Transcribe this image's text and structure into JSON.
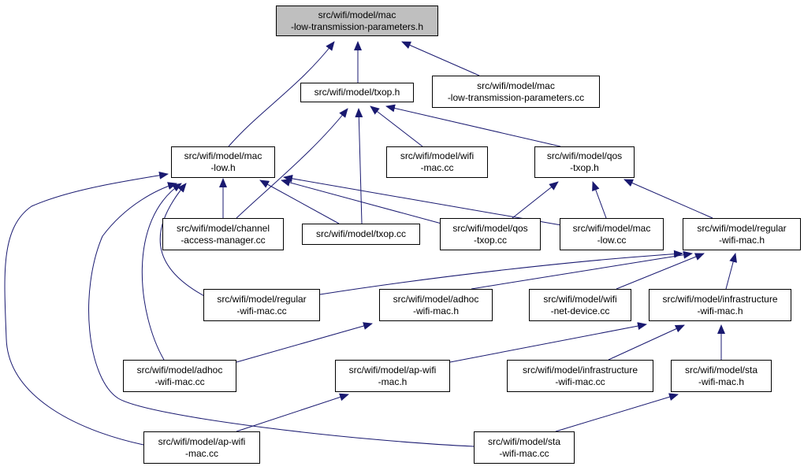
{
  "diagram": {
    "nodes": [
      {
        "id": "root",
        "lines": [
          "src/wifi/model/mac",
          "-low-transmission-parameters.h"
        ],
        "highlighted": true
      },
      {
        "id": "txop_h",
        "lines": [
          "src/wifi/model/txop.h"
        ]
      },
      {
        "id": "mltp_cc",
        "lines": [
          "src/wifi/model/mac",
          "-low-transmission-parameters.cc"
        ]
      },
      {
        "id": "mac_low_h",
        "lines": [
          "src/wifi/model/mac",
          "-low.h"
        ]
      },
      {
        "id": "wifi_mac_cc",
        "lines": [
          "src/wifi/model/wifi",
          "-mac.cc"
        ]
      },
      {
        "id": "qos_txop_h",
        "lines": [
          "src/wifi/model/qos",
          "-txop.h"
        ]
      },
      {
        "id": "channel_cc",
        "lines": [
          "src/wifi/model/channel",
          "-access-manager.cc"
        ]
      },
      {
        "id": "txop_cc",
        "lines": [
          "src/wifi/model/txop.cc"
        ]
      },
      {
        "id": "qos_txop_cc",
        "lines": [
          "src/wifi/model/qos",
          "-txop.cc"
        ]
      },
      {
        "id": "mac_low_cc",
        "lines": [
          "src/wifi/model/mac",
          "-low.cc"
        ]
      },
      {
        "id": "regular_h",
        "lines": [
          "src/wifi/model/regular",
          "-wifi-mac.h"
        ]
      },
      {
        "id": "regular_cc",
        "lines": [
          "src/wifi/model/regular",
          "-wifi-mac.cc"
        ]
      },
      {
        "id": "adhoc_h",
        "lines": [
          "src/wifi/model/adhoc",
          "-wifi-mac.h"
        ]
      },
      {
        "id": "netdev_cc",
        "lines": [
          "src/wifi/model/wifi",
          "-net-device.cc"
        ]
      },
      {
        "id": "infra_h",
        "lines": [
          "src/wifi/model/infrastructure",
          "-wifi-mac.h"
        ]
      },
      {
        "id": "adhoc_cc",
        "lines": [
          "src/wifi/model/adhoc",
          "-wifi-mac.cc"
        ]
      },
      {
        "id": "apwifi_h",
        "lines": [
          "src/wifi/model/ap-wifi",
          "-mac.h"
        ]
      },
      {
        "id": "infra_cc",
        "lines": [
          "src/wifi/model/infrastructure",
          "-wifi-mac.cc"
        ]
      },
      {
        "id": "sta_h",
        "lines": [
          "src/wifi/model/sta",
          "-wifi-mac.h"
        ]
      },
      {
        "id": "apwifi_cc",
        "lines": [
          "src/wifi/model/ap-wifi",
          "-mac.cc"
        ]
      },
      {
        "id": "sta_cc",
        "lines": [
          "src/wifi/model/sta",
          "-wifi-mac.cc"
        ]
      }
    ],
    "edges": [
      {
        "from": "txop_h",
        "to": "root"
      },
      {
        "from": "mltp_cc",
        "to": "root"
      },
      {
        "from": "mac_low_h",
        "to": "root"
      },
      {
        "from": "channel_cc",
        "to": "txop_h"
      },
      {
        "from": "txop_cc",
        "to": "txop_h"
      },
      {
        "from": "wifi_mac_cc",
        "to": "txop_h"
      },
      {
        "from": "qos_txop_h",
        "to": "txop_h"
      },
      {
        "from": "channel_cc",
        "to": "mac_low_h"
      },
      {
        "from": "txop_cc",
        "to": "mac_low_h"
      },
      {
        "from": "qos_txop_cc",
        "to": "mac_low_h"
      },
      {
        "from": "mac_low_cc",
        "to": "mac_low_h"
      },
      {
        "from": "regular_cc",
        "to": "mac_low_h"
      },
      {
        "from": "adhoc_cc",
        "to": "mac_low_h"
      },
      {
        "from": "apwifi_cc",
        "to": "mac_low_h"
      },
      {
        "from": "sta_cc",
        "to": "mac_low_h"
      },
      {
        "from": "qos_txop_cc",
        "to": "qos_txop_h"
      },
      {
        "from": "mac_low_cc",
        "to": "qos_txop_h"
      },
      {
        "from": "regular_h",
        "to": "qos_txop_h"
      },
      {
        "from": "regular_cc",
        "to": "regular_h"
      },
      {
        "from": "adhoc_h",
        "to": "regular_h"
      },
      {
        "from": "netdev_cc",
        "to": "regular_h"
      },
      {
        "from": "infra_h",
        "to": "regular_h"
      },
      {
        "from": "adhoc_cc",
        "to": "adhoc_h"
      },
      {
        "from": "apwifi_h",
        "to": "infra_h"
      },
      {
        "from": "infra_cc",
        "to": "infra_h"
      },
      {
        "from": "sta_h",
        "to": "infra_h"
      },
      {
        "from": "apwifi_cc",
        "to": "apwifi_h"
      },
      {
        "from": "sta_cc",
        "to": "sta_h"
      }
    ],
    "colors": {
      "edge": "#191970",
      "node_border": "#000000",
      "root_fill": "#bfbfbf",
      "node_fill": "#ffffff"
    }
  }
}
